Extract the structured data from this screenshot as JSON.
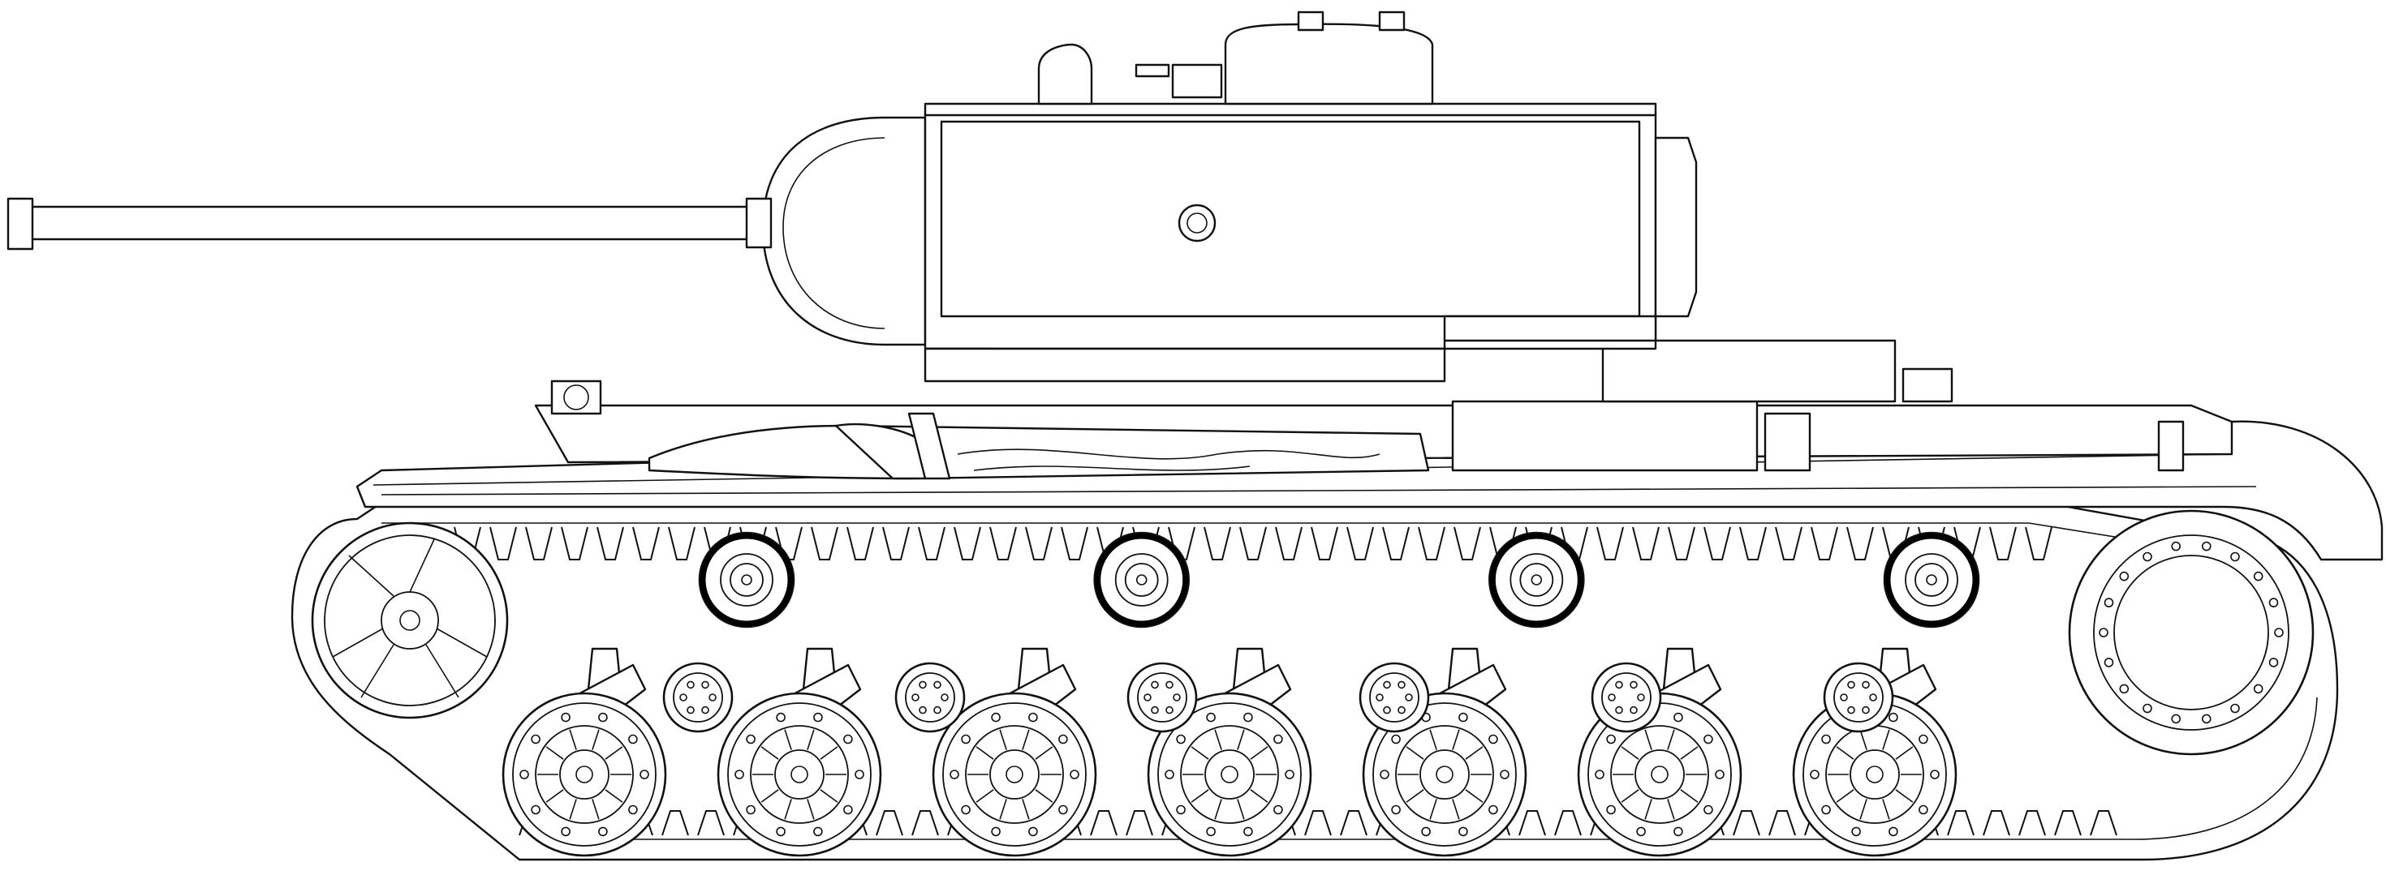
{
  "drawing": {
    "subject": "",
    "view": "",
    "counts": {
      "road_wheels": 7,
      "return_rollers": 4,
      "support_rollers": 6
    },
    "colors": {
      "line": "#111111",
      "background": "#ffffff",
      "roller_rim": "#000000"
    },
    "icons": [
      "gun-barrel-icon",
      "turret-icon",
      "cupola-icon",
      "periscope-icon",
      "idler-wheel-icon",
      "drive-sprocket-icon",
      "road-wheel-icon",
      "return-roller-icon",
      "track-icon",
      "tarpaulin-icon",
      "stowage-box-icon"
    ]
  }
}
